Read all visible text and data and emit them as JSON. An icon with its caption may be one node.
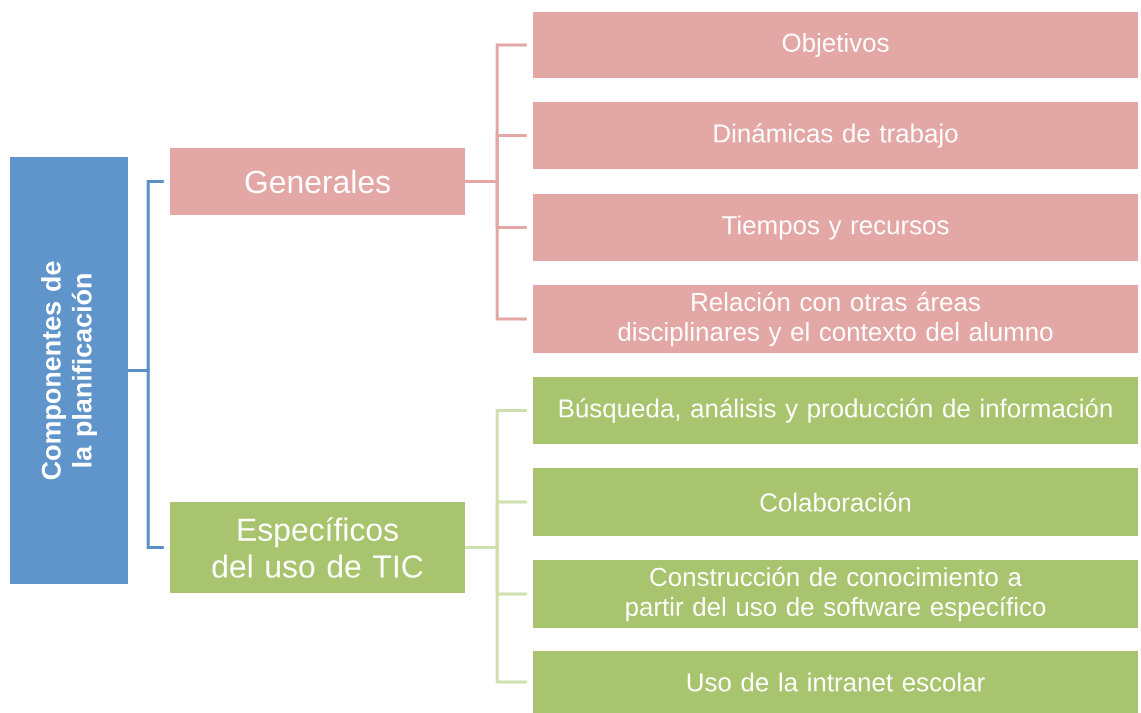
{
  "diagram": {
    "nodes": [
      {
        "text": [
          "Componentes de la planificación"
        ]
      },
      {
        "text": [
          "Generales"
        ]
      },
      {
        "text": [
          "Específicos del uso de TIC"
        ]
      },
      {
        "text": [
          "Objetivos"
        ]
      },
      {
        "text": [
          "Dinámicas de trabajo"
        ]
      },
      {
        "text": [
          "Tiempos y recursos"
        ]
      },
      {
        "text": [
          "Relación con otras áreas disciplinares y el contexto del alumno"
        ]
      },
      {
        "text": [
          "Búsqueda, análisis y producción de información"
        ]
      },
      {
        "text": [
          "Colaboración"
        ]
      },
      {
        "text": [
          "Construcción de conocimiento a partir del uso de software específico"
        ]
      },
      {
        "text": [
          "Uso de la intranet escolar"
        ]
      }
    ],
    "edges": [
      {
        "from": 0,
        "to": 1,
        "arrow": "none",
        "color": "#5b8fc7"
      },
      {
        "from": 0,
        "to": 2,
        "arrow": "none",
        "color": "#5b8fc7"
      },
      {
        "from": 1,
        "to": 3,
        "arrow": "none",
        "color": "#e3a7a5"
      },
      {
        "from": 1,
        "to": 4,
        "arrow": "none",
        "color": "#e3a7a5"
      },
      {
        "from": 1,
        "to": 5,
        "arrow": "none",
        "color": "#e3a7a5"
      },
      {
        "from": 1,
        "to": 6,
        "arrow": "none",
        "color": "#e3a7a5"
      },
      {
        "from": 2,
        "to": 7,
        "arrow": "none",
        "color": "#cfe0ae"
      },
      {
        "from": 2,
        "to": 8,
        "arrow": "none",
        "color": "#cfe0ae"
      },
      {
        "from": 2,
        "to": 9,
        "arrow": "none",
        "color": "#cfe0ae"
      },
      {
        "from": 2,
        "to": 10,
        "arrow": "none",
        "color": "#cfe0ae"
      }
    ]
  }
}
